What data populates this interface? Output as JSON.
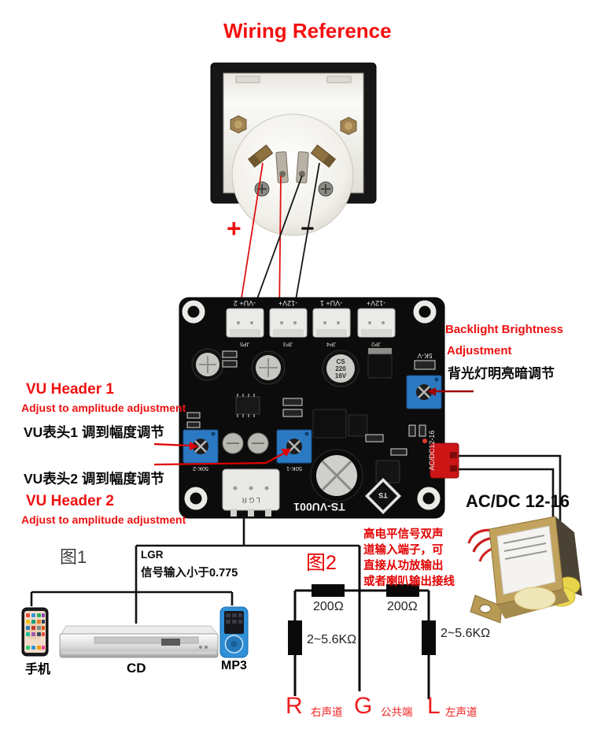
{
  "title": "Wiring Reference",
  "meter": {
    "plus": "+",
    "minus": "−"
  },
  "pcb": {
    "top_headers": [
      "-VU+ 2",
      "-12V+",
      "-VU+ 1",
      "-12V+"
    ],
    "jp_refs": [
      "JP5",
      "JP3",
      "JP4",
      "JP2"
    ],
    "cap": {
      "l1": "CS",
      "l2": "220",
      "l3": "16V"
    },
    "silk_5kv": "5K-V",
    "silk_50k2": "50K-2",
    "silk_50k1": "50K-1",
    "silk_lgr": "L G R",
    "board_name": "TS-VU001",
    "silk_acdc": "AC/DC12-16"
  },
  "annotations": {
    "backlight_line1": "Backlight Brightness",
    "backlight_line2": "Adjustment",
    "backlight_cn": "背光灯明亮暗调节",
    "vu1_title": "VU Header  1",
    "vu1_sub": "Adjust to amplitude adjustment",
    "vu1_cn": "VU表头1  调到幅度调节",
    "vu2_cn": "VU表头2  调到幅度调节",
    "vu2_title": "VU Header  2",
    "vu2_sub": "Adjust to amplitude adjustment",
    "acdc_title": "AC/DC 12-16",
    "fig1_label": "图1",
    "fig2_label": "图2",
    "input_header": "LGR",
    "input_note": "信号输入小于0.775",
    "highlevel_note": [
      "高电平信号双声",
      "道输入端子，可",
      "直接从功放输出",
      "或者喇叭输出接线"
    ]
  },
  "devices": {
    "phone_label": "手机",
    "cd_label": "CD",
    "mp3_label": "MP3"
  },
  "figure2": {
    "series_resistors": [
      "200Ω",
      "200Ω"
    ],
    "shunt_resistors": [
      "2~5.6KΩ",
      "2~5.6KΩ"
    ],
    "terminals": [
      {
        "letter": "R",
        "name": "右声道"
      },
      {
        "letter": "G",
        "name": "公共端"
      },
      {
        "letter": "L",
        "name": "左声道"
      }
    ]
  },
  "colors": {
    "accent_red": "#ee1010",
    "dark_red_arrow": "#9a0000",
    "pcb_black": "#0c0c0c",
    "trimmer_blue": "#2b79c2",
    "connector_red": "#cc1616",
    "mp3_blue": "#2f8fd8",
    "transformer_brass": "#c2a35e"
  }
}
